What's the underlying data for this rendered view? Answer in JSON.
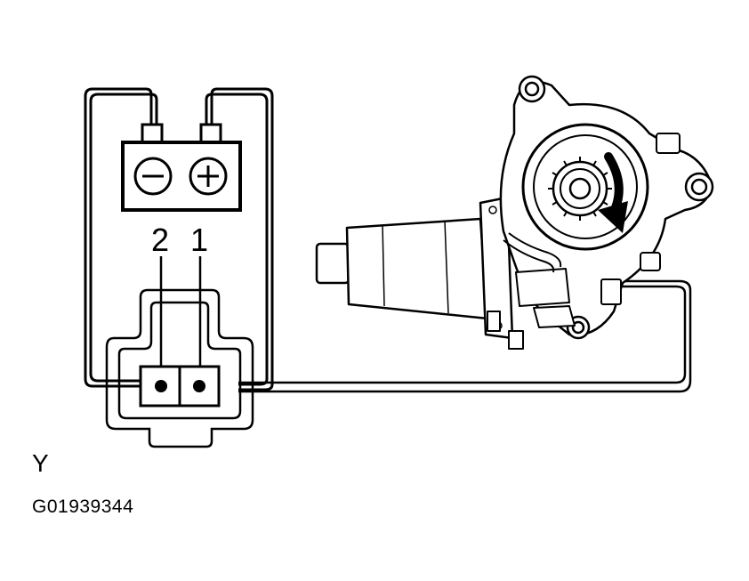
{
  "battery": {
    "negative_symbol": "−",
    "positive_symbol": "+"
  },
  "connector": {
    "pin_left_label": "2",
    "pin_right_label": "1"
  },
  "diagram_label": "Y",
  "figure_id": "G01939344",
  "colors": {
    "line": "#000000",
    "background": "#ffffff"
  }
}
